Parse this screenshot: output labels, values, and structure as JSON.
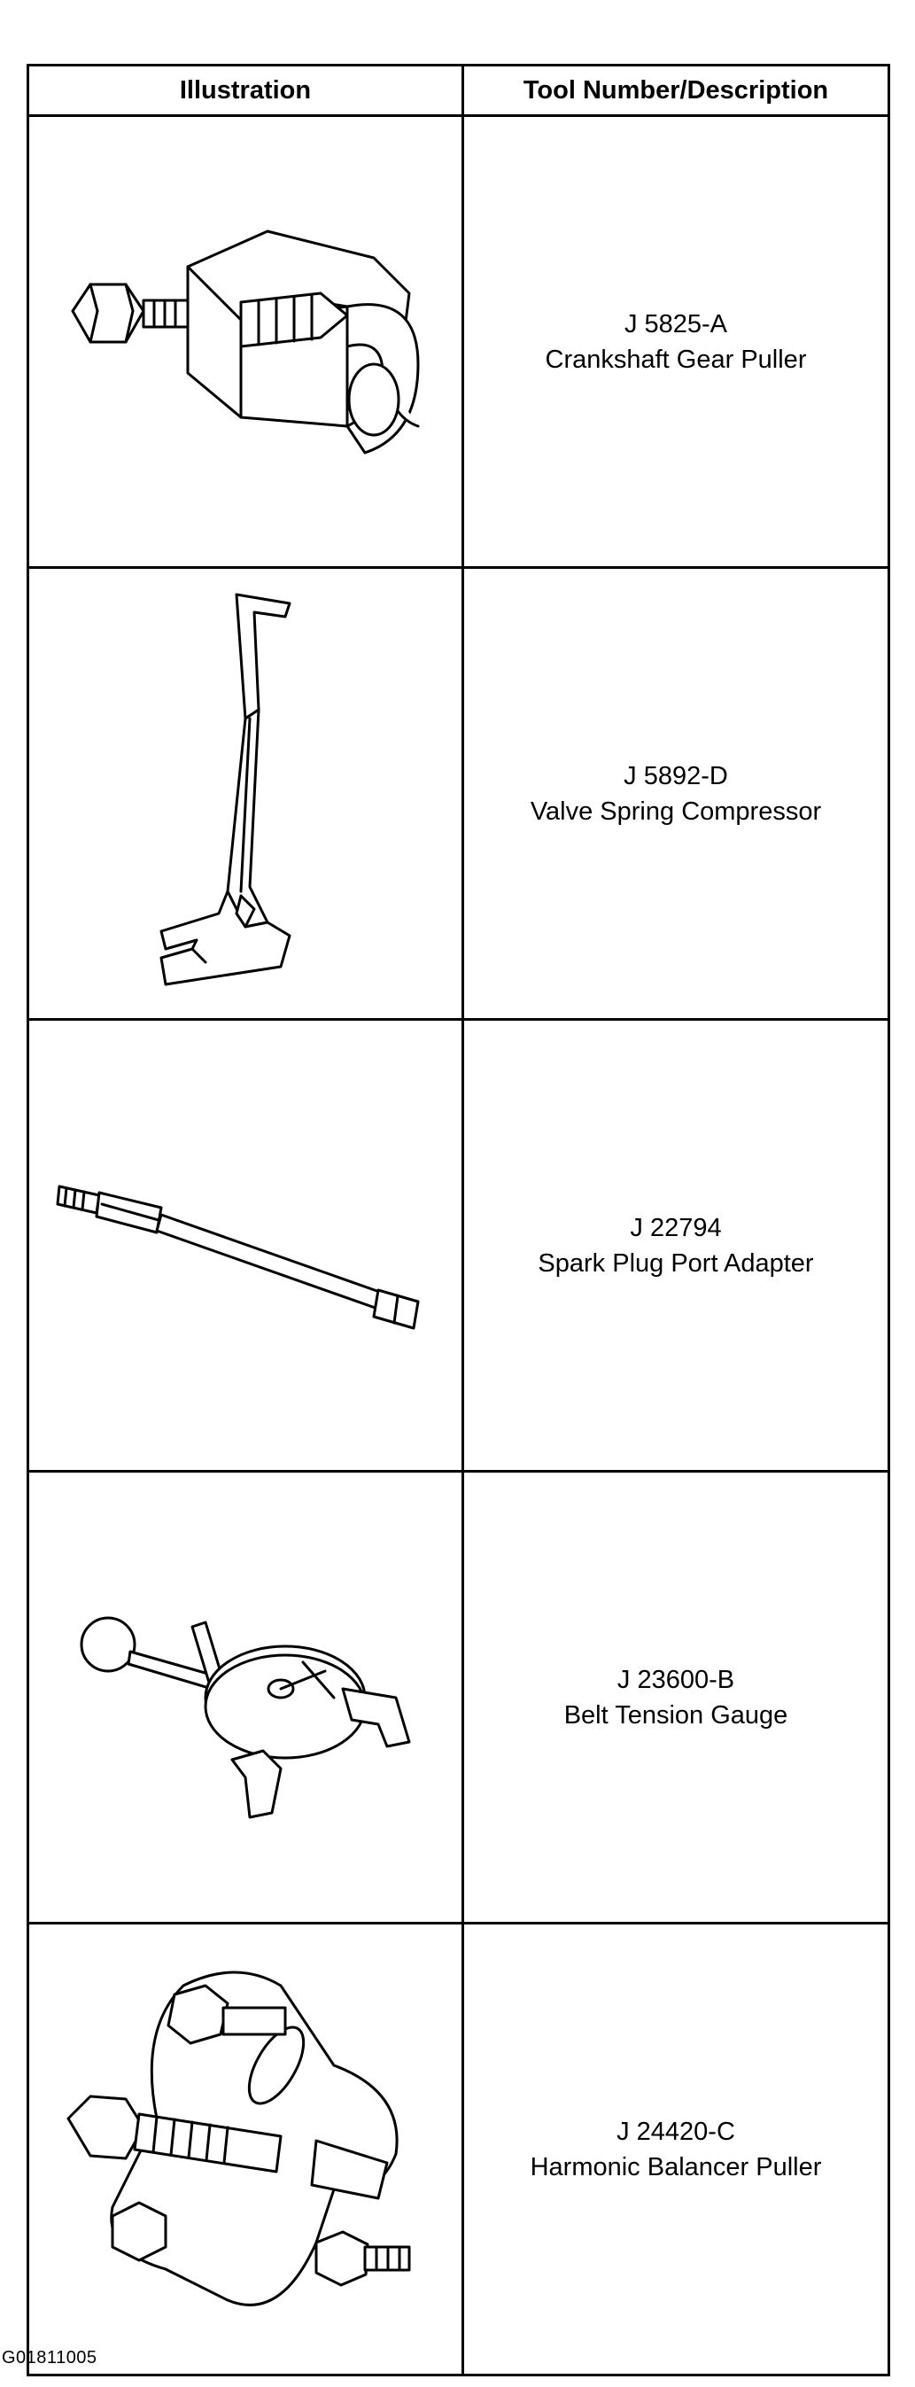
{
  "table": {
    "headers": {
      "illustration": "Illustration",
      "description": "Tool Number/Description"
    },
    "rows": [
      {
        "number": "J 5825-A",
        "description": "Crankshaft Gear Puller",
        "icon": "crankshaft-gear-puller-icon"
      },
      {
        "number": "J 5892-D",
        "description": "Valve Spring Compressor",
        "icon": "valve-spring-compressor-icon"
      },
      {
        "number": "J 22794",
        "description": "Spark Plug Port Adapter",
        "icon": "spark-plug-port-adapter-icon"
      },
      {
        "number": "J 23600-B",
        "description": "Belt Tension Gauge",
        "icon": "belt-tension-gauge-icon"
      },
      {
        "number": "J 24420-C",
        "description": "Harmonic Balancer Puller",
        "icon": "harmonic-balancer-puller-icon"
      }
    ]
  },
  "figure_code": "G01811005"
}
